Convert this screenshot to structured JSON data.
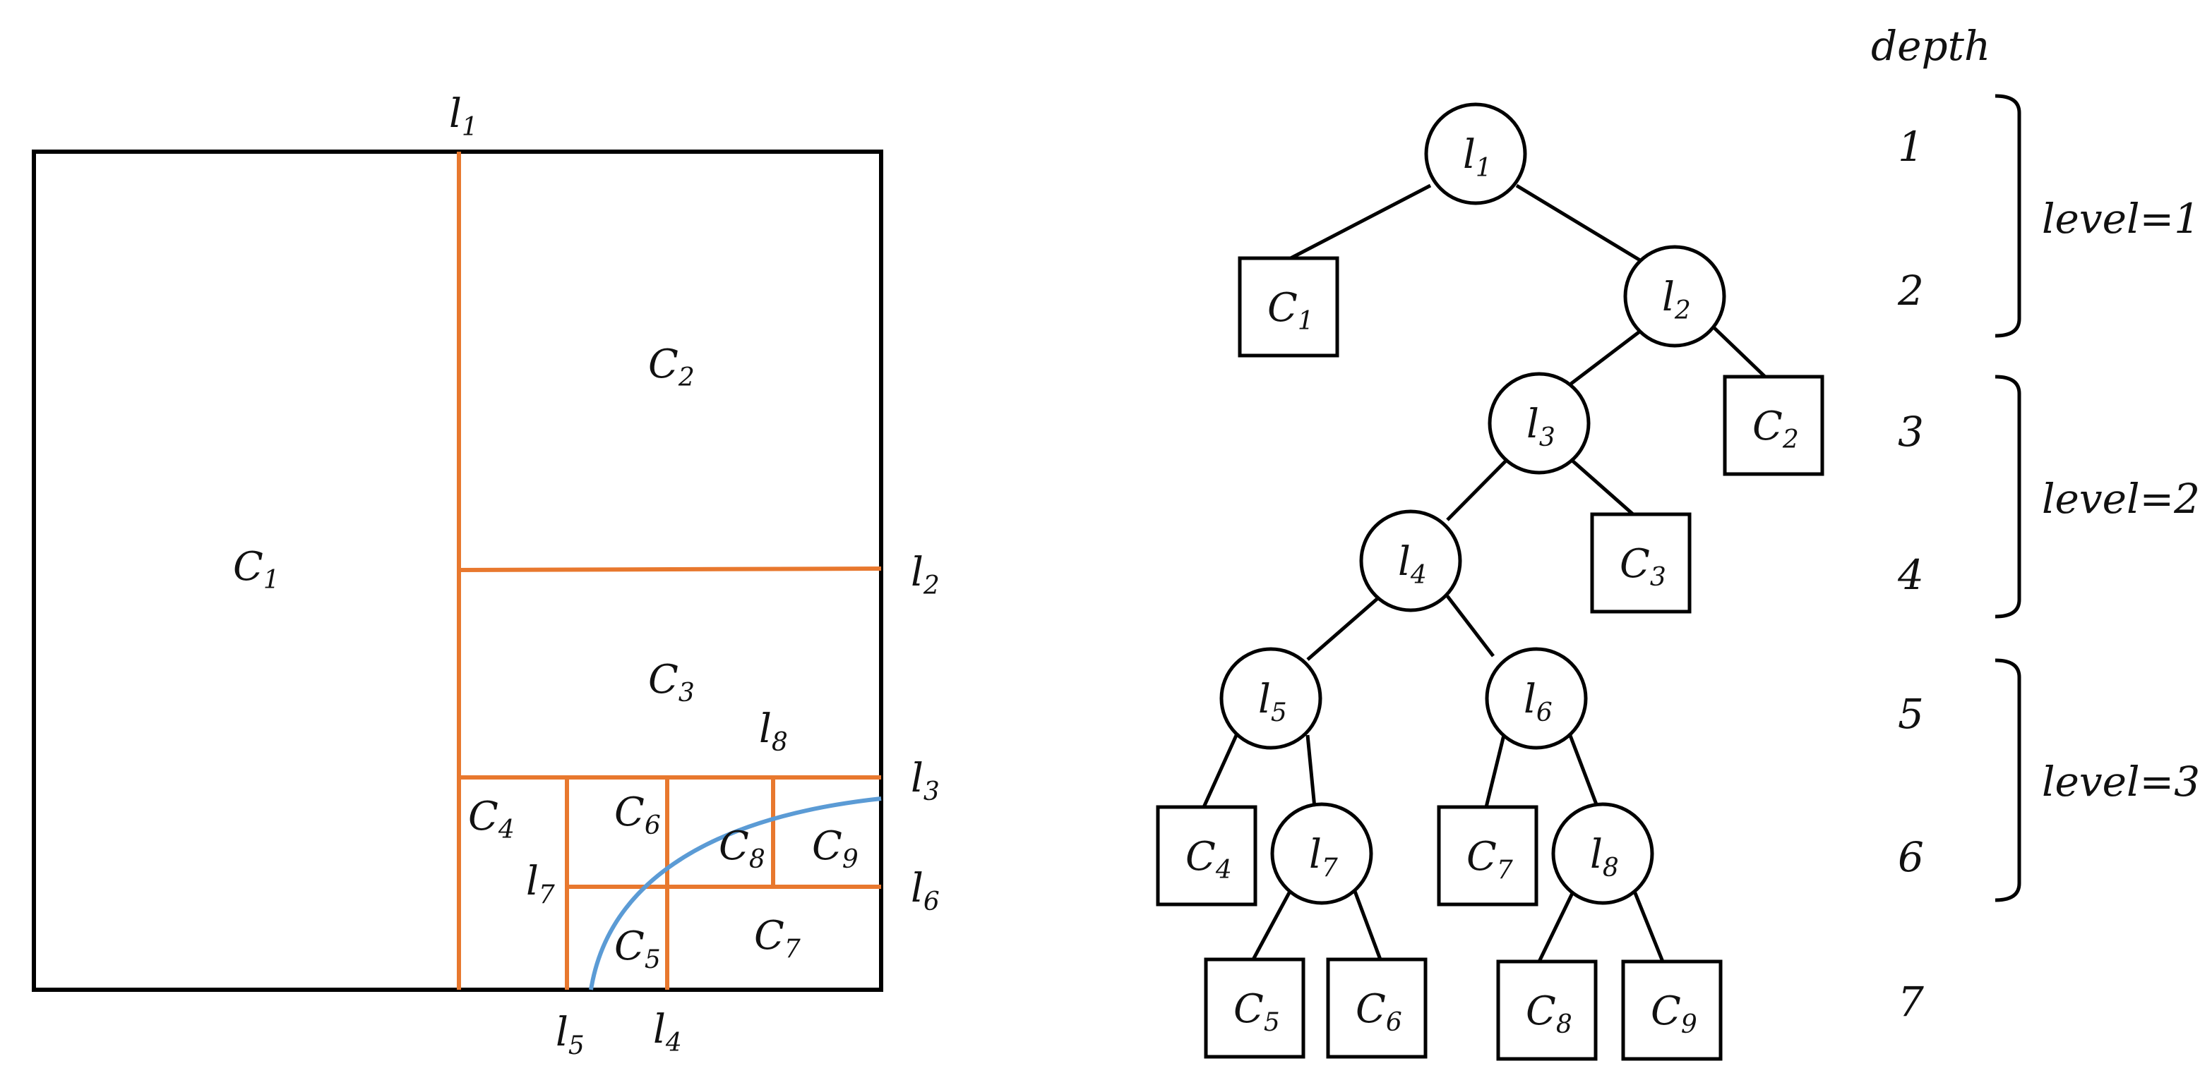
{
  "colors": {
    "cut_lines": "#e8782e",
    "curve": "#5b9bd5",
    "lines": "#000000"
  },
  "partition": {
    "cell_labels": {
      "c1": "C",
      "c1_sub": "1",
      "c2": "C",
      "c2_sub": "2",
      "c3": "C",
      "c3_sub": "3",
      "c4": "C",
      "c4_sub": "4",
      "c5": "C",
      "c5_sub": "5",
      "c6": "C",
      "c6_sub": "6",
      "c7": "C",
      "c7_sub": "7",
      "c8": "C",
      "c8_sub": "8",
      "c9": "C",
      "c9_sub": "9"
    },
    "line_labels": {
      "l1": "l",
      "l1_sub": "1",
      "l2": "l",
      "l2_sub": "2",
      "l3": "l",
      "l3_sub": "3",
      "l4": "l",
      "l4_sub": "4",
      "l5": "l",
      "l5_sub": "5",
      "l6": "l",
      "l6_sub": "6",
      "l7": "l",
      "l7_sub": "7",
      "l8": "l",
      "l8_sub": "8"
    }
  },
  "tree": {
    "nodes": {
      "l1": "l",
      "l1_sub": "1",
      "l2": "l",
      "l2_sub": "2",
      "l3": "l",
      "l3_sub": "3",
      "l4": "l",
      "l4_sub": "4",
      "l5": "l",
      "l5_sub": "5",
      "l6": "l",
      "l6_sub": "6",
      "l7": "l",
      "l7_sub": "7",
      "l8": "l",
      "l8_sub": "8"
    },
    "leaves": {
      "c1": "C",
      "c1_sub": "1",
      "c2": "C",
      "c2_sub": "2",
      "c3": "C",
      "c3_sub": "3",
      "c4": "C",
      "c4_sub": "4",
      "c5": "C",
      "c5_sub": "5",
      "c6": "C",
      "c6_sub": "6",
      "c7": "C",
      "c7_sub": "7",
      "c8": "C",
      "c8_sub": "8",
      "c9": "C",
      "c9_sub": "9"
    }
  },
  "depth": {
    "header": "depth",
    "values": [
      "1",
      "2",
      "3",
      "4",
      "5",
      "6",
      "7"
    ]
  },
  "levels": [
    "level=1",
    "level=2",
    "level=3"
  ]
}
